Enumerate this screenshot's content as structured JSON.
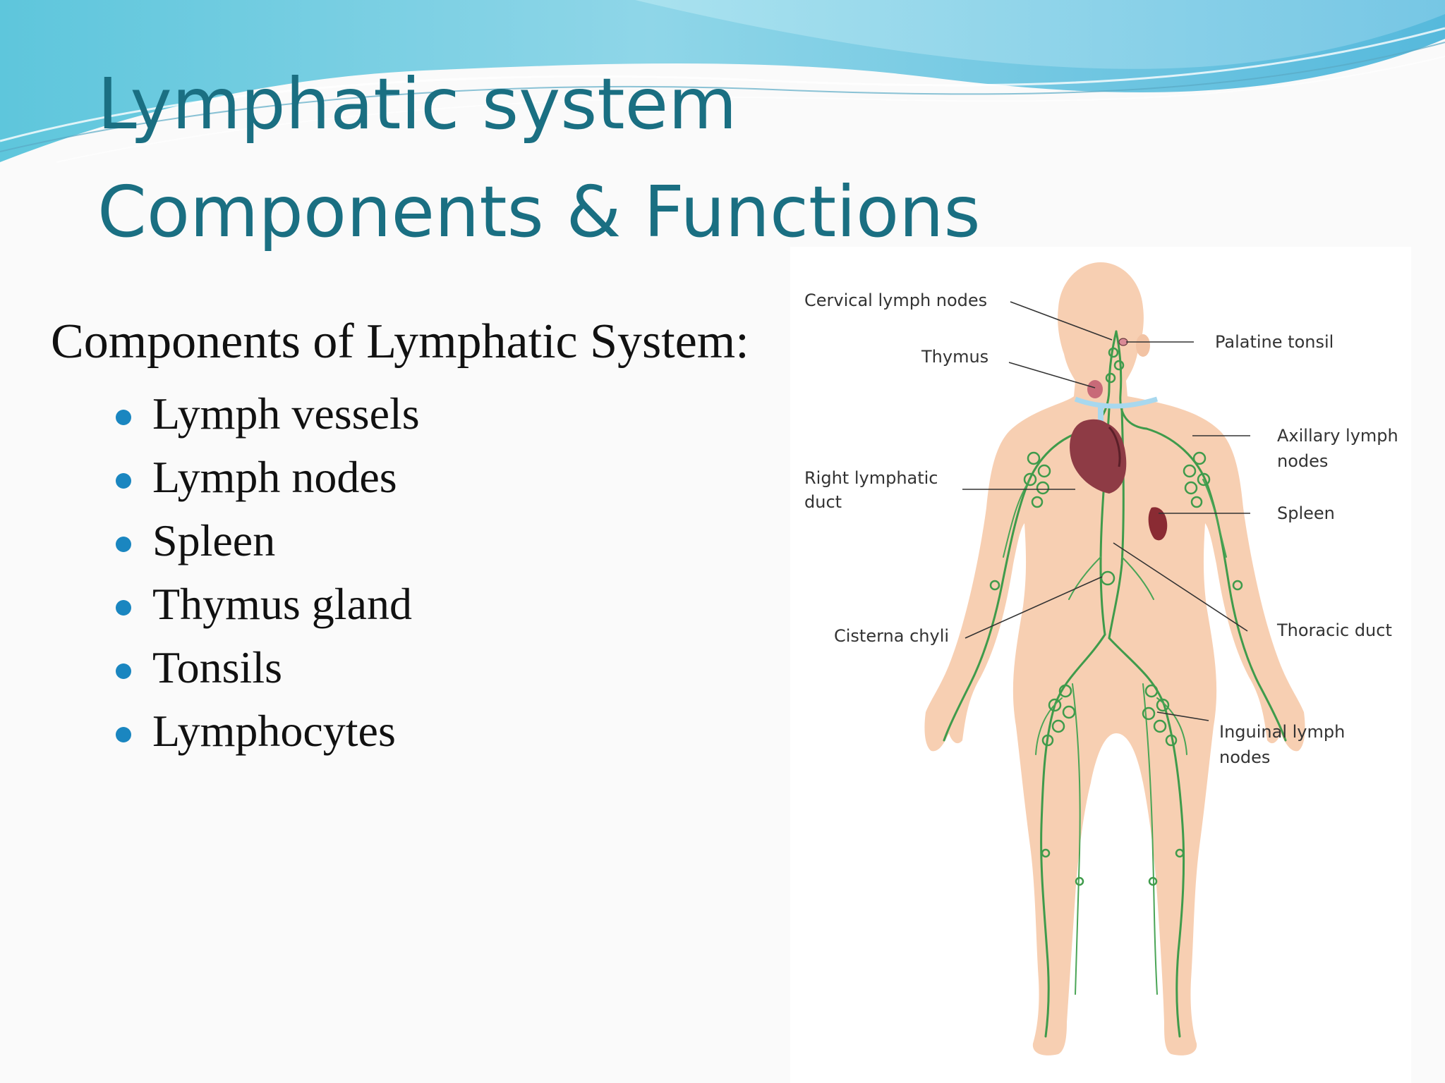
{
  "slide": {
    "title_line_1": "Lymphatic system",
    "title_line_2": "Components & Functions",
    "subtitle": "Components of Lymphatic System:",
    "components": [
      "Lymph vessels",
      "Lymph nodes",
      "Spleen",
      "Thymus gland",
      "Tonsils",
      "Lymphocytes"
    ]
  },
  "diagram": {
    "labels": {
      "cervical_lymph_nodes": "Cervical lymph nodes",
      "thymus": "Thymus",
      "palatine_tonsil": "Palatine tonsil",
      "axillary_lymph_nodes": [
        "Axillary lymph",
        "nodes"
      ],
      "right_lymphatic_duct": [
        "Right lymphatic",
        "duct"
      ],
      "spleen": "Spleen",
      "cisterna_chyli": "Cisterna chyli",
      "thoracic_duct": "Thoracic duct",
      "inguinal_lymph_nodes": [
        "Inguinal lymph",
        "nodes"
      ]
    }
  },
  "colors": {
    "title": "#1a6f82",
    "bullet": "#1a86c0",
    "skin": "#f7cfb2",
    "lymph_vessel": "#3f9b4b",
    "heart": "#8e3b45",
    "spleen": "#8a2b33",
    "vein": "#a8d8ee"
  }
}
